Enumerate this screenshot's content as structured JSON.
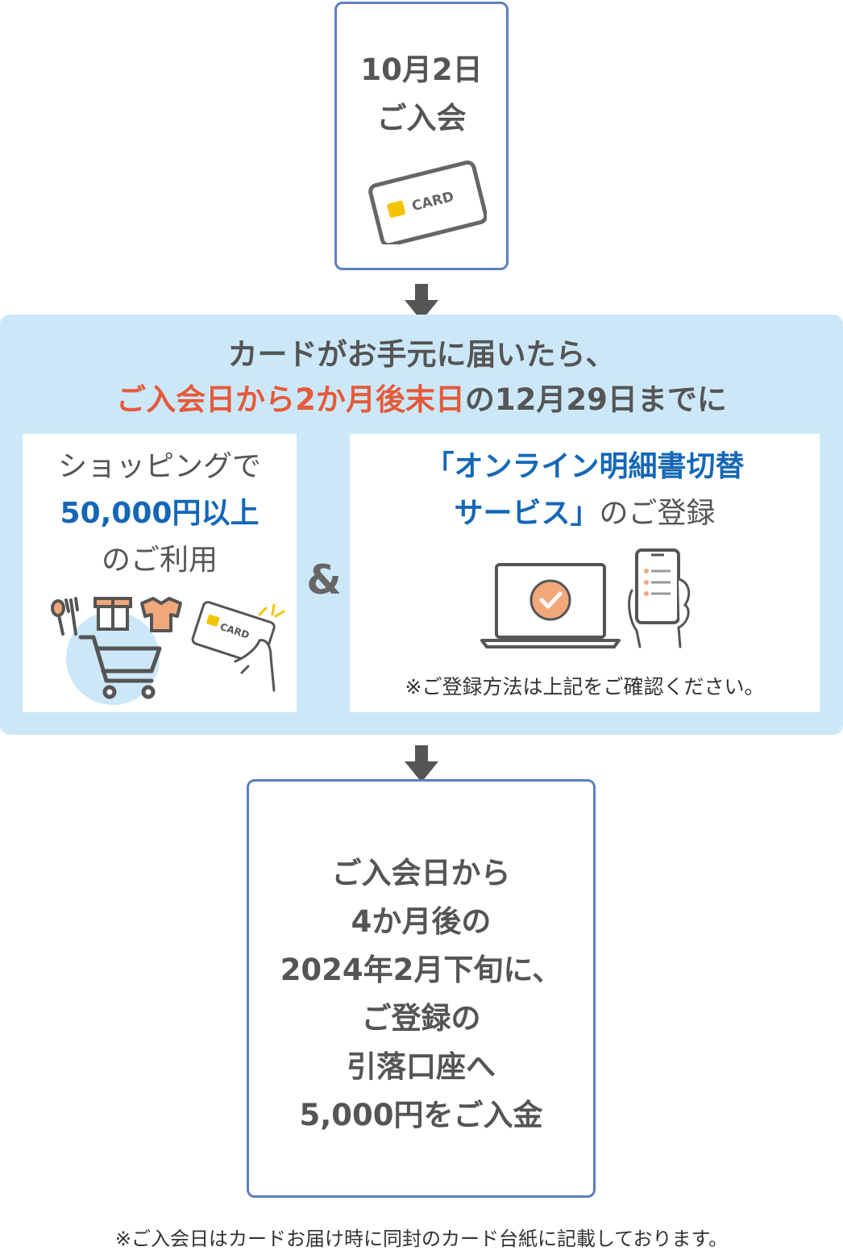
{
  "step1": {
    "line1": "10月2日",
    "line2": "ご入会",
    "card_label": "CARD"
  },
  "condition": {
    "line1": "カードがお手元に届いたら、",
    "highlight": "ご入会日から2か月後末日",
    "rest": "の12月29日までに"
  },
  "shopping": {
    "line1": "ショッピングで",
    "amount": "50,000円以上",
    "line3": "のご利用",
    "card_label": "CARD"
  },
  "ampersand": "&",
  "online": {
    "title1": "「オンライン明細書切替",
    "title2": "サービス」",
    "title2_suffix": "のご登録",
    "note": "※ご登録方法は上記をご確認ください。"
  },
  "result": {
    "lines": [
      "ご入会日から",
      "4か月後の",
      "2024年2月下旬に、",
      "ご登録の",
      "引落口座へ",
      "5,000円をご入金"
    ]
  },
  "footer": "※ご入会日はカードお届け時に同封のカード台紙に記載しております。",
  "colors": {
    "accent_red": "#e55a3a",
    "accent_blue": "#1567b6",
    "panel": "#cce8f8",
    "border": "#5b80c0"
  }
}
